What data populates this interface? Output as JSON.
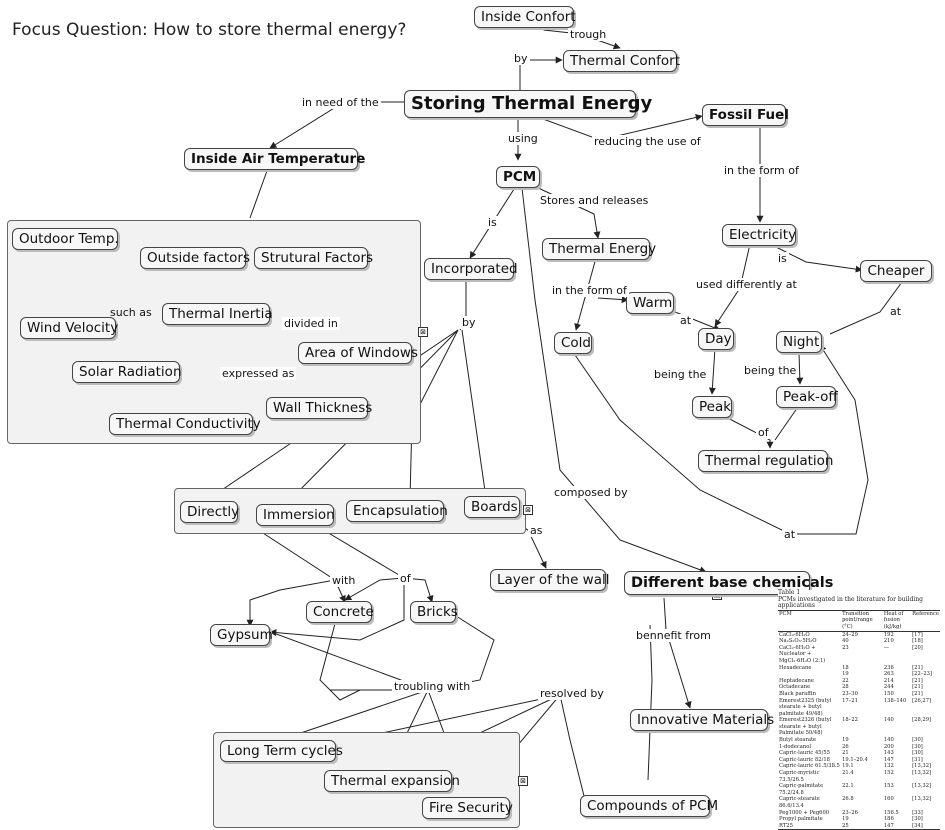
{
  "focus_question": "Focus Question: How to store thermal energy?",
  "nodes": {
    "inside_confort": "Inside Confort",
    "thermal_confort": "Thermal Confort",
    "storing": "Storing Thermal Energy",
    "fossil_fuel": "Fossil Fuel",
    "inside_air": "Inside Air Temperature",
    "pcm": "PCM",
    "electricity": "Electricity",
    "cheaper": "Cheaper",
    "outdoor_temp": "Outdoor Temp.",
    "outside_factors": "Outside factors",
    "strutural_factors": "Strutural Factors",
    "thermal_inertia": "Thermal Inertia",
    "wind_velocity": "Wind Velocity",
    "area_windows": "Area of Windows",
    "solar_radiation": "Solar Radiation",
    "wall_thickness": "Wall Thickness",
    "thermal_conductivity": "Thermal Conductivity",
    "incorporated": "Incorporated",
    "thermal_energy": "Thermal Energy",
    "warm": "Warm",
    "cold": "Cold",
    "day": "Day",
    "night": "Night",
    "peak": "Peak",
    "peak_off": "Peak-off",
    "thermal_regulation": "Thermal regulation",
    "directly": "Directly",
    "immersion": "Immersion",
    "encapsulation": "Encapsulation",
    "boards": "Boards",
    "layer_wall": "Layer of the wall",
    "different_base": "Different base chemicals",
    "gypsum": "Gypsum",
    "concrete": "Concrete",
    "bricks": "Bricks",
    "innovative": "Innovative Materials",
    "long_term": "Long Term cycles",
    "thermal_expansion": "Thermal expansion",
    "fire_security": "Fire Security",
    "compounds": "Compounds of PCM"
  },
  "links": {
    "trough": "trough",
    "by": "by",
    "in_need_of_the": "in need of the",
    "using": "using",
    "reducing": "reducing the use of",
    "in_the_form_of_1": "in the form of",
    "is_1": "is",
    "stores_releases": "Stores and releases",
    "is_2": "is",
    "used_differently": "used differently at",
    "at_1": "at",
    "such_as": "such as",
    "divided_in": "divided in",
    "expressed_as": "expressed as",
    "by_2": "by",
    "in_the_form_of_2": "in the form of",
    "at_2": "at",
    "being_the_1": "being the",
    "being_the_2": "being the",
    "of_1": "of",
    "composed_by": "composed by",
    "as": "as",
    "at_3": "at",
    "with": "with",
    "of_2": "of",
    "bennefit_from": "bennefit from",
    "troubling_with": "troubling with",
    "resolved_by": "resolved by"
  },
  "table": {
    "caption_1": "Table 1",
    "caption_2": "PCMs investigated in the literature for building applications",
    "headers": [
      "PCM",
      "Transition point/range (°C)",
      "Heat of fusion (kJ/kg)",
      "Reference"
    ],
    "rows": [
      [
        "CaCl₂·6H₂O",
        "24–29",
        "192",
        "[17]"
      ],
      [
        "Na₂S₂O₃·5H₂O",
        "40",
        "210",
        "[18]"
      ],
      [
        "CaCl₂·6H₂O + Nucleator + MgCl₂·6H₂O (2:1)",
        "23",
        "—",
        "[20]"
      ],
      [
        "Hexadecane",
        "18",
        "236",
        "[21]"
      ],
      [
        "",
        "19",
        "263",
        "[22–23]"
      ],
      [
        "Heptadecane",
        "22",
        "214",
        "[21]"
      ],
      [
        "Octadecane",
        "28",
        "244",
        "[21]"
      ],
      [
        "Black paraffin",
        "23–30",
        "150",
        "[21]"
      ],
      [
        "Emerest2325 (butyl stearate + butyl palmitate 49/48)",
        "17–21",
        "138–140",
        "[26,27]"
      ],
      [
        "Emerest2326 (butyl stearate + butyl Palmitate 50/48)",
        "18–22",
        "140",
        "[28,29]"
      ],
      [
        "Butyl stearate",
        "19",
        "140",
        "[30]"
      ],
      [
        "1-dodecanol",
        "26",
        "200",
        "[30]"
      ],
      [
        "Capric-lauric 45/55",
        "21",
        "143",
        "[30]"
      ],
      [
        "Capric-lauric 82/18",
        "19.1–20.4",
        "147",
        "[31]"
      ],
      [
        "Capric-lauric 61.5/38.5",
        "19.1",
        "132",
        "[13,32]"
      ],
      [
        "Capric-myristic 73.5/26.5",
        "21.4",
        "152",
        "[13,32]"
      ],
      [
        "Capric-palmitate 75.2/24.8",
        "22.1",
        "153",
        "[13,32]"
      ],
      [
        "Capric-stearate 86.6/13.4",
        "26.8",
        "160",
        "[13,32]"
      ],
      [
        "Peg1000 + Peg600",
        "23–26",
        "156.5",
        "[33]"
      ],
      [
        "Propyl palmitate",
        "19",
        "186",
        "[30]"
      ],
      [
        "RT25",
        "25",
        "147",
        "[34]"
      ]
    ]
  }
}
